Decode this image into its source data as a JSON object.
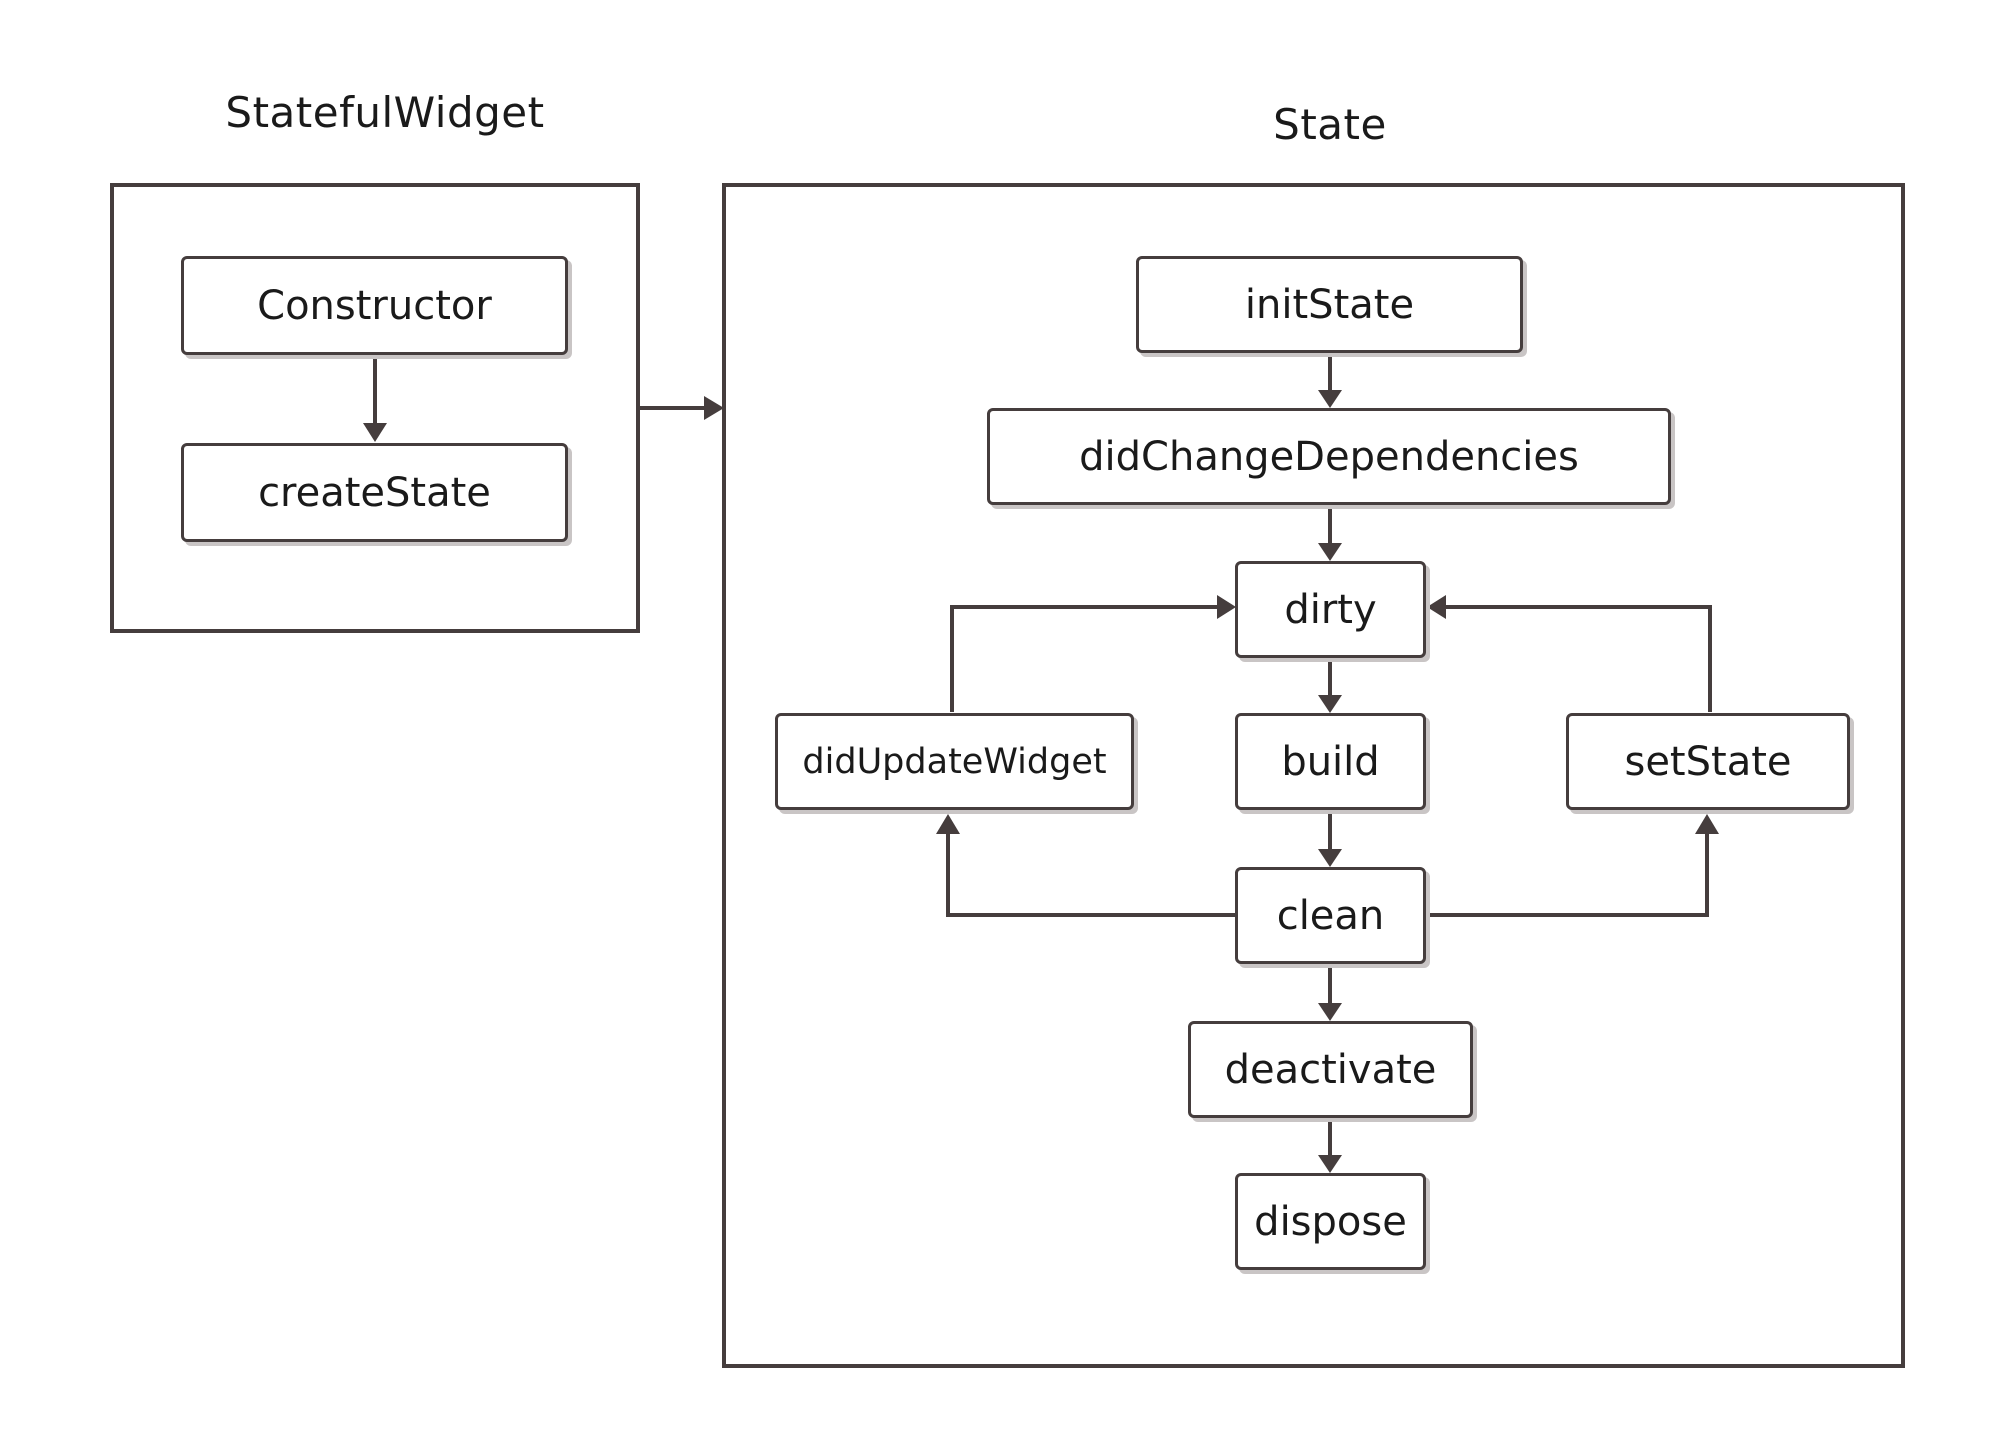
{
  "groups": {
    "stateful_widget": {
      "title": "StatefulWidget"
    },
    "state": {
      "title": "State"
    }
  },
  "nodes": {
    "constructor": "Constructor",
    "create_state": "createState",
    "init_state": "initState",
    "did_change_dependencies": "didChangeDependencies",
    "dirty": "dirty",
    "did_update_widget": "didUpdateWidget",
    "build": "build",
    "set_state": "setState",
    "clean": "clean",
    "deactivate": "deactivate",
    "dispose": "dispose"
  },
  "edges": [
    {
      "from": "constructor",
      "to": "create_state"
    },
    {
      "from": "stateful_widget",
      "to": "state"
    },
    {
      "from": "init_state",
      "to": "did_change_dependencies"
    },
    {
      "from": "did_change_dependencies",
      "to": "dirty"
    },
    {
      "from": "dirty",
      "to": "build"
    },
    {
      "from": "build",
      "to": "clean"
    },
    {
      "from": "clean",
      "to": "deactivate"
    },
    {
      "from": "deactivate",
      "to": "dispose"
    },
    {
      "from": "clean",
      "to": "did_update_widget"
    },
    {
      "from": "did_update_widget",
      "to": "dirty"
    },
    {
      "from": "clean",
      "to": "set_state"
    },
    {
      "from": "set_state",
      "to": "dirty"
    }
  ],
  "colors": {
    "stroke": "#453d3d",
    "shadow": "#c9c5c5",
    "text": "#1a1a1a",
    "background": "#ffffff"
  }
}
